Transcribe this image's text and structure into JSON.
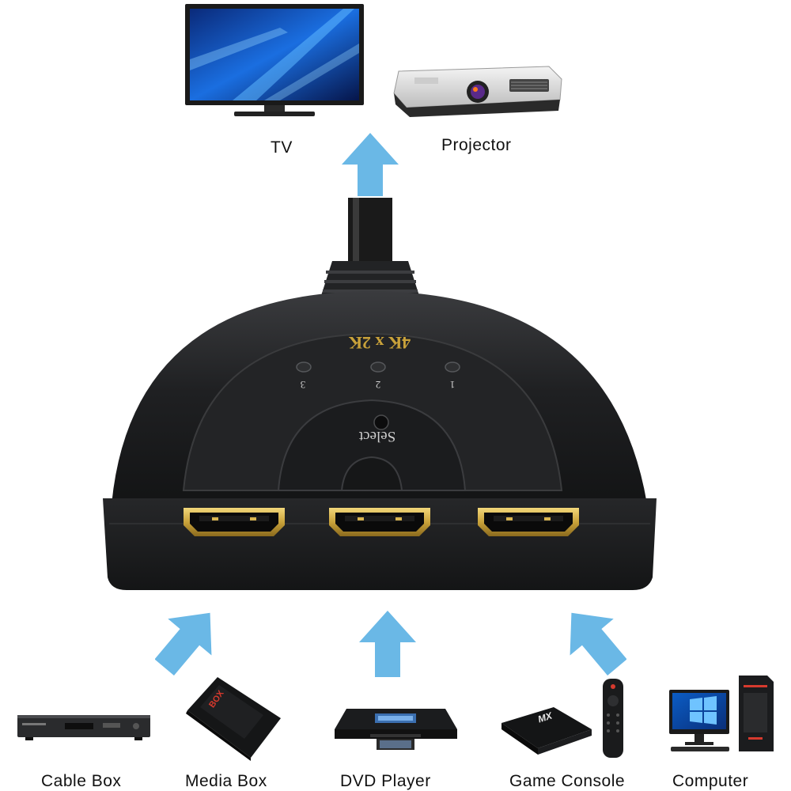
{
  "outputs": {
    "tv_label": "TV",
    "projector_label": "Projector"
  },
  "switcher": {
    "resolution_label": "4K x 2K",
    "select_label": "Select",
    "led_1": "1",
    "led_2": "2",
    "led_3": "3"
  },
  "inputs": {
    "cable_box_label": "Cable Box",
    "media_box_label": "Media  Box",
    "dvd_player_label": "DVD Player",
    "game_console_label": "Game Console",
    "computer_label": "Computer"
  },
  "device_text": {
    "media_box_brand": "BOX",
    "game_console_brand": "MX"
  },
  "colors": {
    "arrow": "#6ab8e6",
    "switch_body": "#1d1e20",
    "hdmi_gold": "#c9a23a",
    "text": "#111111"
  }
}
